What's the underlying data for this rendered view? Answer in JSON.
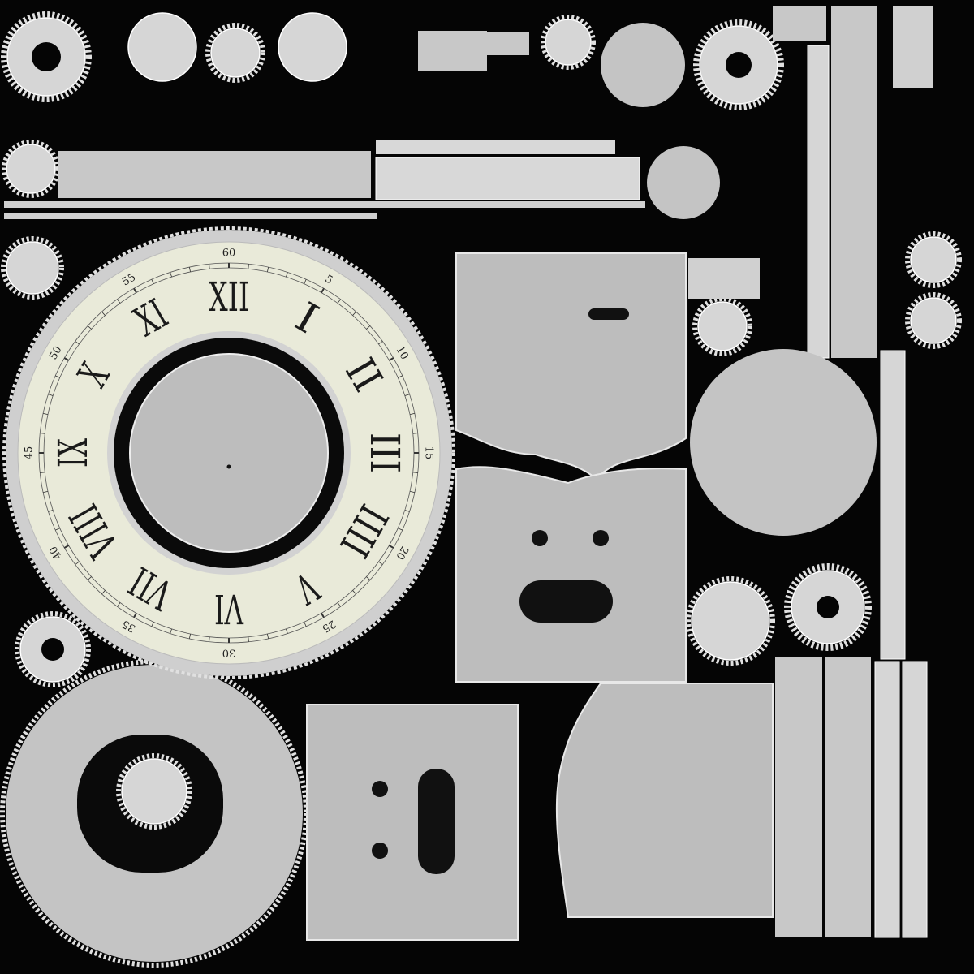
{
  "dial": {
    "roman_numerals": [
      "XII",
      "I",
      "II",
      "III",
      "IIII",
      "V",
      "VI",
      "VII",
      "VIII",
      "IX",
      "X",
      "XI"
    ],
    "minute_labels": [
      "60",
      "5",
      "10",
      "15",
      "20",
      "25",
      "30",
      "35",
      "40",
      "45",
      "50",
      "55"
    ]
  },
  "colors": {
    "background": "#050505",
    "dial_face": "#e9ead9",
    "plate": "#bdbdbd",
    "numeral": "#1a1a1a"
  }
}
